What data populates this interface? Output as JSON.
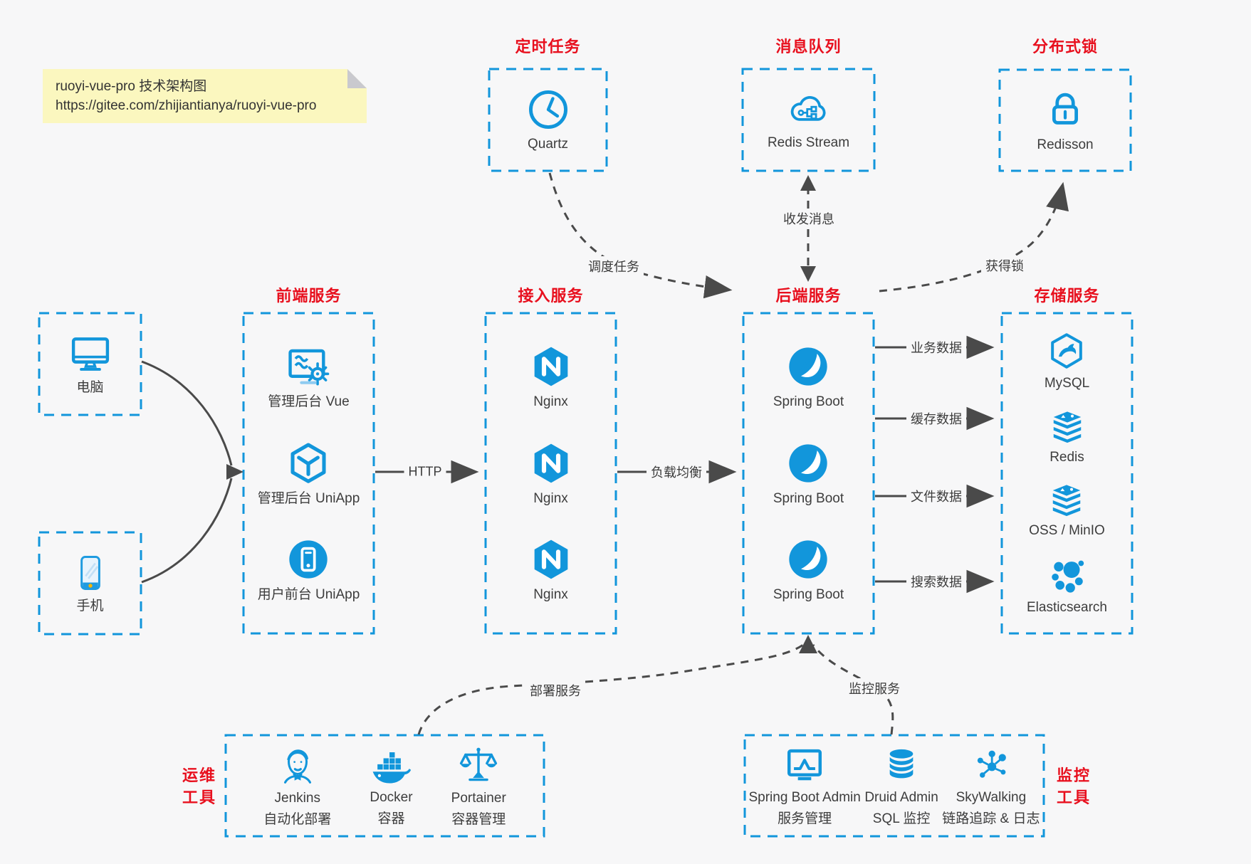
{
  "colors": {
    "blue": "#1296db",
    "red": "#e8101e",
    "arrow": "#4a4a4a",
    "text": "#3d3d3d",
    "note_bg": "#fbf7bf",
    "note_fold": "#c9c9ce",
    "background": "#f7f7f8"
  },
  "note": {
    "title": "ruoyi-vue-pro 技术架构图",
    "url": "https://gitee.com/zhijiantianya/ruoyi-vue-pro"
  },
  "top_services": [
    {
      "title": "定时任务",
      "icon": "clock-icon",
      "label": "Quartz"
    },
    {
      "title": "消息队列",
      "icon": "redis-stream-cloud-icon",
      "label": "Redis Stream"
    },
    {
      "title": "分布式锁",
      "icon": "lock-icon",
      "label": "Redisson"
    }
  ],
  "clients": [
    {
      "icon": "desktop-icon",
      "label": "电脑"
    },
    {
      "icon": "mobile-icon",
      "label": "手机"
    }
  ],
  "columns": [
    {
      "title": "前端服务",
      "items": [
        {
          "icon": "admin-vue-icon",
          "label": "管理后台 Vue"
        },
        {
          "icon": "uniapp-cube-icon",
          "label": "管理后台 UniApp"
        },
        {
          "icon": "user-app-circle-icon",
          "label": "用户前台 UniApp"
        }
      ]
    },
    {
      "title": "接入服务",
      "items": [
        {
          "icon": "nginx-icon",
          "label": "Nginx"
        },
        {
          "icon": "nginx-icon",
          "label": "Nginx"
        },
        {
          "icon": "nginx-icon",
          "label": "Nginx"
        }
      ]
    },
    {
      "title": "后端服务",
      "items": [
        {
          "icon": "spring-boot-icon",
          "label": "Spring Boot"
        },
        {
          "icon": "spring-boot-icon",
          "label": "Spring Boot"
        },
        {
          "icon": "spring-boot-icon",
          "label": "Spring Boot"
        }
      ]
    },
    {
      "title": "存储服务",
      "items": [
        {
          "icon": "mysql-icon",
          "label": "MySQL"
        },
        {
          "icon": "redis-stack-icon",
          "label": "Redis"
        },
        {
          "icon": "oss-minio-icon",
          "label": "OSS / MinIO"
        },
        {
          "icon": "elasticsearch-icon",
          "label": "Elasticsearch"
        }
      ]
    }
  ],
  "edges": {
    "http": "HTTP",
    "load_balance": "负载均衡",
    "schedule": "调度任务",
    "message": "收发消息",
    "lock": "获得锁",
    "business": "业务数据",
    "cache": "缓存数据",
    "file": "文件数据",
    "search": "搜索数据",
    "deploy": "部署服务",
    "monitor": "监控服务"
  },
  "ops_tools": {
    "title_line1": "运维",
    "title_line2": "工具",
    "items": [
      {
        "icon": "jenkins-icon",
        "label": "Jenkins",
        "sublabel": "自动化部署"
      },
      {
        "icon": "docker-icon",
        "label": "Docker",
        "sublabel": "容器"
      },
      {
        "icon": "portainer-icon",
        "label": "Portainer",
        "sublabel": "容器管理"
      }
    ]
  },
  "monitor_tools": {
    "title_line1": "监控",
    "title_line2": "工具",
    "items": [
      {
        "icon": "spring-boot-admin-icon",
        "label": "Spring Boot Admin",
        "sublabel": "服务管理"
      },
      {
        "icon": "druid-icon",
        "label": "Druid Admin",
        "sublabel": "SQL 监控"
      },
      {
        "icon": "skywalking-icon",
        "label": "SkyWalking",
        "sublabel": "链路追踪 & 日志"
      }
    ]
  }
}
